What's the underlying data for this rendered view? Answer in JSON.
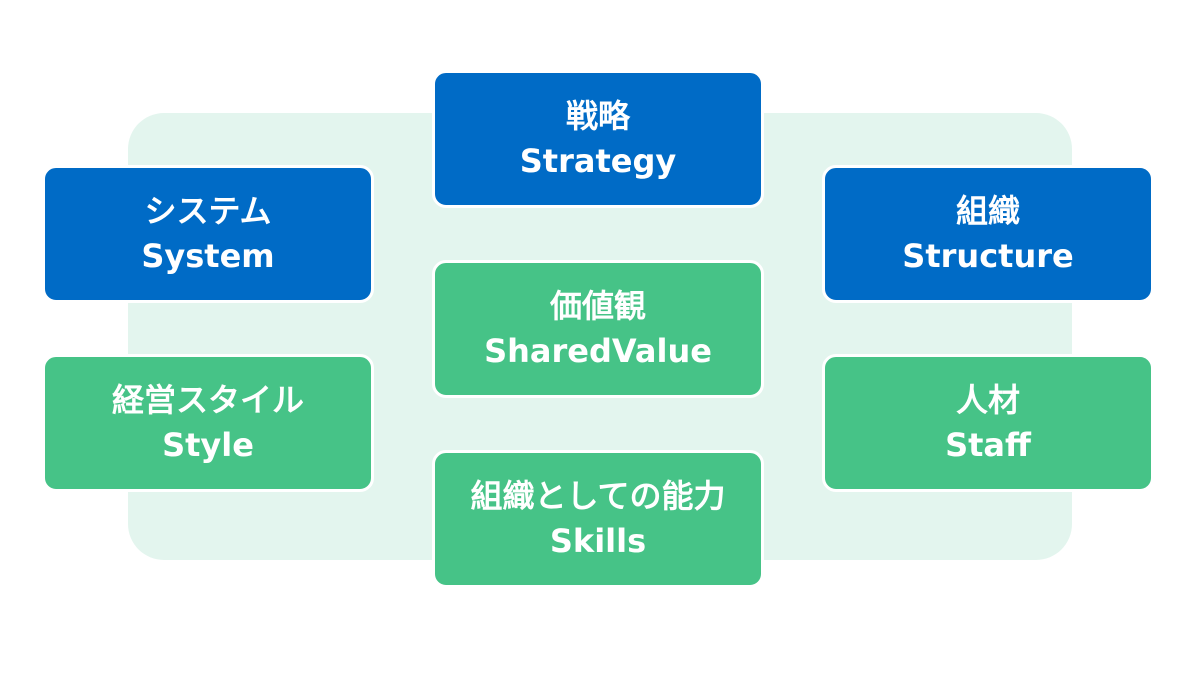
{
  "colors": {
    "hard_s": "#006bc6",
    "soft_s": "#46c387",
    "backdrop": "#e3f5ee"
  },
  "elements": {
    "strategy": {
      "jp": "戦略",
      "en": "Strategy"
    },
    "system": {
      "jp": "システム",
      "en": "System"
    },
    "structure": {
      "jp": "組織",
      "en": "Structure"
    },
    "shared": {
      "jp": "価値観",
      "en": "SharedValue"
    },
    "style": {
      "jp": "経営スタイル",
      "en": "Style"
    },
    "staff": {
      "jp": "人材",
      "en": "Staff"
    },
    "skills": {
      "jp": "組織としての能力",
      "en": "Skills"
    }
  }
}
